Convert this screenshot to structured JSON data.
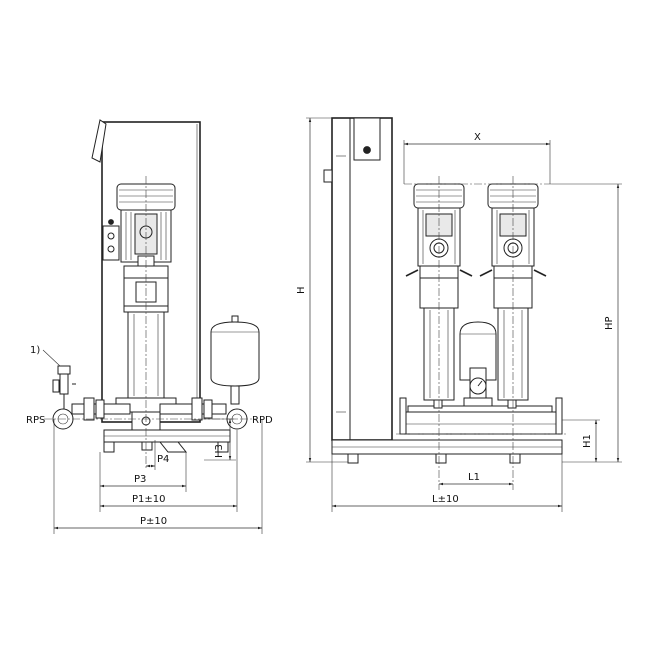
{
  "labels": {
    "note": "1)",
    "rps": "RPS",
    "rpd": "RPD",
    "p4": "P4",
    "p3": "P3",
    "h3": "H3",
    "p1": "P1±10",
    "p": "P±10",
    "h": "H",
    "x": "X",
    "hp": "HP",
    "h1": "H1",
    "l1": "L1",
    "l": "L±10"
  },
  "colors": {
    "line": "#222222",
    "background": "#ffffff"
  }
}
